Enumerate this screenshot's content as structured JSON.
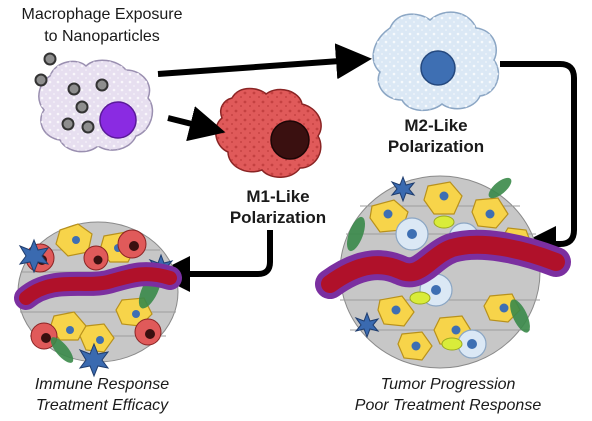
{
  "title": {
    "line1": "Macrophage Exposure",
    "line2": "to Nanoparticles"
  },
  "m2_label": {
    "line1": "M2-Like",
    "line2": "Polarization"
  },
  "m1_label": {
    "line1": "M1-Like",
    "line2": "Polarization"
  },
  "outcome_left": {
    "line1": "Immune Response",
    "line2": "Treatment Efficacy"
  },
  "outcome_right": {
    "line1": "Tumor Progression",
    "line2": "Poor Treatment Response"
  },
  "colors": {
    "m1_cell": "#e05a5a",
    "m1_nucleus": "#3a1010",
    "m2_cell": "#dbe8f5",
    "m2_nucleus": "#3e6fb3",
    "resting_cell": "#e7dff0",
    "resting_nucleus": "#8a2be2",
    "vessel": "#b0112a",
    "vessel_border": "#7b2fa0",
    "tumor_cell": "#f7d44a",
    "arrow": "#000000"
  }
}
